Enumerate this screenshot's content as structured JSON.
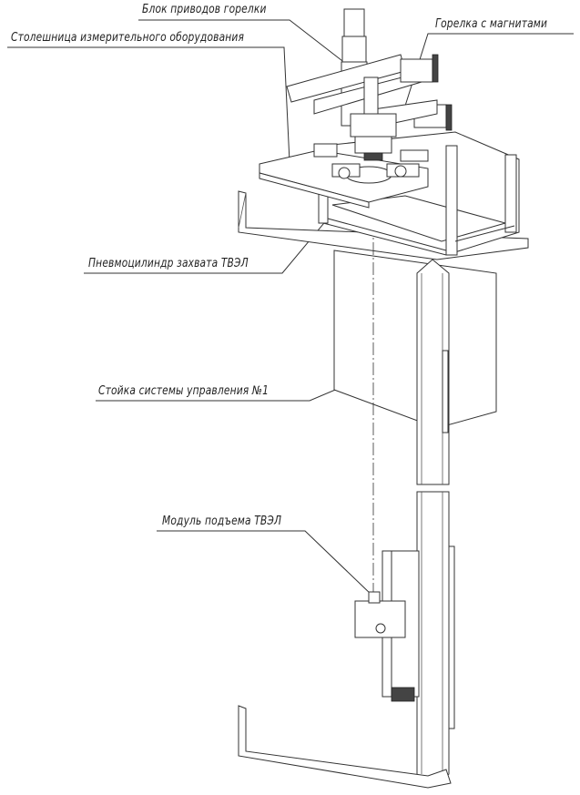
{
  "labels": {
    "burner_drive_block": "Блок приводов горелки",
    "measuring_tabletop": "Столешница измерительного оборудования",
    "burner_with_magnets": "Горелка с магнитами",
    "pneumatic_cylinder": "Пневмоцилиндр захвата ТВЭЛ",
    "control_rack": "Стойка системы управления №1",
    "lifting_module": "Модуль подъема ТВЭЛ"
  }
}
